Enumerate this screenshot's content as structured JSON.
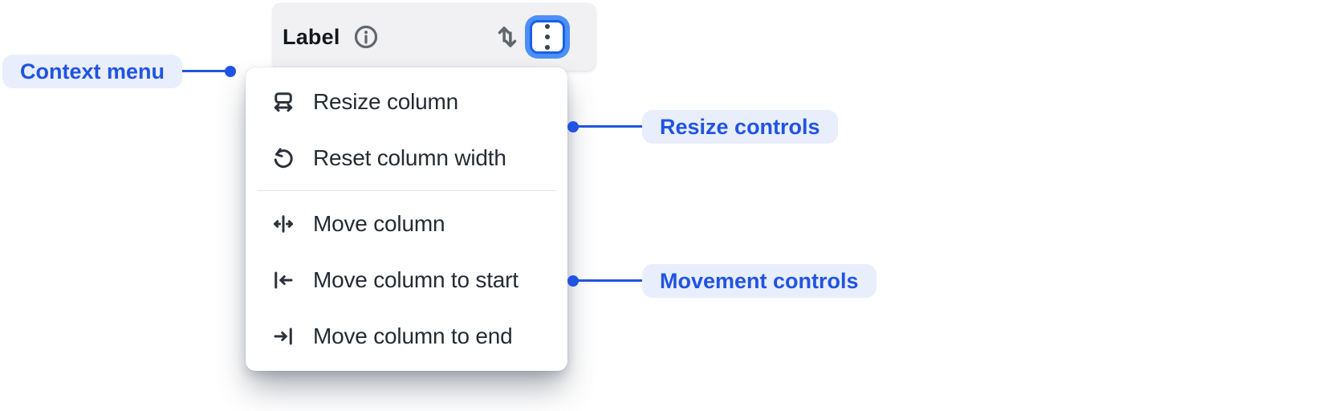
{
  "colors": {
    "accent_blue": "#2153e2",
    "annotation_pill_bg": "#e8eefc",
    "header_bg": "#f1f1f3",
    "menu_bg": "#ffffff",
    "focus_ring_blue": "#4c90f7",
    "button_border_blue": "#1b5fe8",
    "menu_text": "#252b33",
    "icon_gray": "#61676f"
  },
  "header": {
    "label": "Label",
    "info_icon": "info-icon",
    "sort_icon": "sort-icon",
    "more_button_icon": "more-vertical-icon"
  },
  "menu": {
    "groups": [
      {
        "name": "resize",
        "items": [
          {
            "icon": "resize-column-icon",
            "label": "Resize column"
          },
          {
            "icon": "reset-column-width-icon",
            "label": "Reset column width"
          }
        ]
      },
      {
        "name": "movement",
        "items": [
          {
            "icon": "move-column-icon",
            "label": "Move column"
          },
          {
            "icon": "move-column-start-icon",
            "label": "Move column to start"
          },
          {
            "icon": "move-column-end-icon",
            "label": "Move column to end"
          }
        ]
      }
    ]
  },
  "annotations": [
    {
      "label": "Context menu",
      "side": "left"
    },
    {
      "label": "Resize controls",
      "side": "right"
    },
    {
      "label": "Movement controls",
      "side": "right"
    }
  ]
}
